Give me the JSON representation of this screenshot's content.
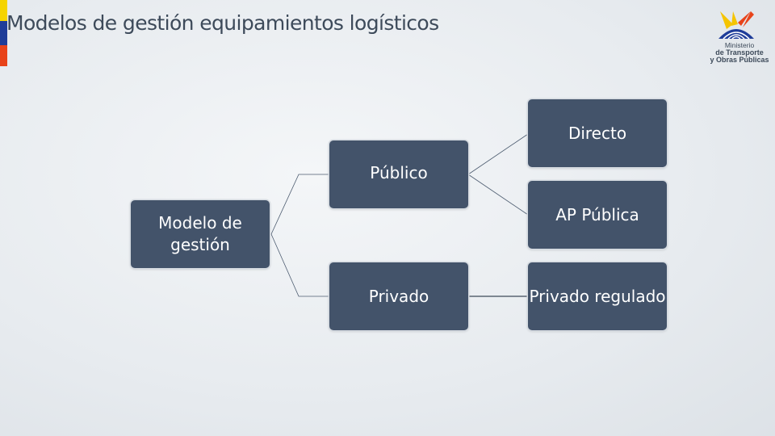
{
  "title": "Modelos de gestión equipamientos logísticos",
  "logo": {
    "line1": "Ministerio",
    "line2": "de Transporte",
    "line3": "y Obras Públicas"
  },
  "diagram": {
    "root": "Modelo de gestión",
    "publico": "Público",
    "privado": "Privado",
    "directo": "Directo",
    "ap_publica": "AP Pública",
    "privado_regulado": "Privado regulado"
  },
  "colors": {
    "node_fill": "#43536a",
    "node_text": "#ffffff",
    "title_text": "#3d4a5a",
    "flag_yellow": "#f5d400",
    "flag_blue": "#1f3d99",
    "flag_red": "#e8431a"
  }
}
